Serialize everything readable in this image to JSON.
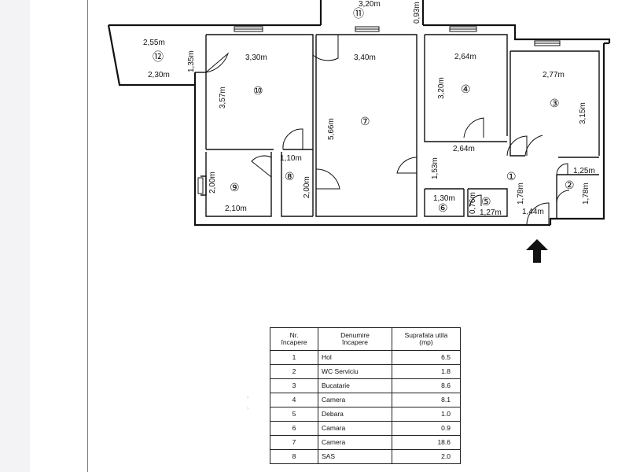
{
  "floor_plan": {
    "rooms": [
      {
        "number": "1",
        "label": "①"
      },
      {
        "number": "2",
        "label": "②"
      },
      {
        "number": "3",
        "label": "③"
      },
      {
        "number": "4",
        "label": "④"
      },
      {
        "number": "5",
        "label": "⑤"
      },
      {
        "number": "6",
        "label": "⑥"
      },
      {
        "number": "7",
        "label": "⑦"
      },
      {
        "number": "8",
        "label": "⑧"
      },
      {
        "number": "9",
        "label": "⑨"
      },
      {
        "number": "10",
        "label": "⑩"
      },
      {
        "number": "11",
        "label": "⑪"
      },
      {
        "number": "12",
        "label": "⑫"
      }
    ],
    "dimensions": [
      "3,20m",
      "0,93m",
      "2,55m",
      "1,35m",
      "2,30m",
      "3,30m",
      "3,40m",
      "2,64m",
      "2,77m",
      "3,57m",
      "5,66m",
      "3,20m",
      "3,15m",
      "2,64m",
      "1,10m",
      "1,53m",
      "1,25m",
      "2,00m",
      "2,00m",
      "1,30m",
      "1,78m",
      "1,78m",
      "0,76m",
      "1,27m",
      "2,10m",
      "1,44m"
    ]
  },
  "table": {
    "headers": {
      "nr_line1": "Nr.",
      "nr_line2": "încapere",
      "name_line1": "Denumire",
      "name_line2": "încapere",
      "area_line1": "Suprafata utila",
      "area_line2": "(mp)"
    },
    "rows": [
      {
        "nr": "1",
        "name": "Hol",
        "area": "6.5"
      },
      {
        "nr": "2",
        "name": "WC Serviciu",
        "area": "1.8"
      },
      {
        "nr": "3",
        "name": "Bucatarie",
        "area": "8.6"
      },
      {
        "nr": "4",
        "name": "Camera",
        "area": "8.1"
      },
      {
        "nr": "5",
        "name": "Debara",
        "area": "1.0"
      },
      {
        "nr": "6",
        "name": "Camara",
        "area": "0.9"
      },
      {
        "nr": "7",
        "name": "Camera",
        "area": "18.6"
      },
      {
        "nr": "8",
        "name": "SAS",
        "area": "2.0"
      }
    ]
  },
  "colors": {
    "margin_line": "#d9534f",
    "strip": "#f3f3f5",
    "ink": "#111111"
  }
}
